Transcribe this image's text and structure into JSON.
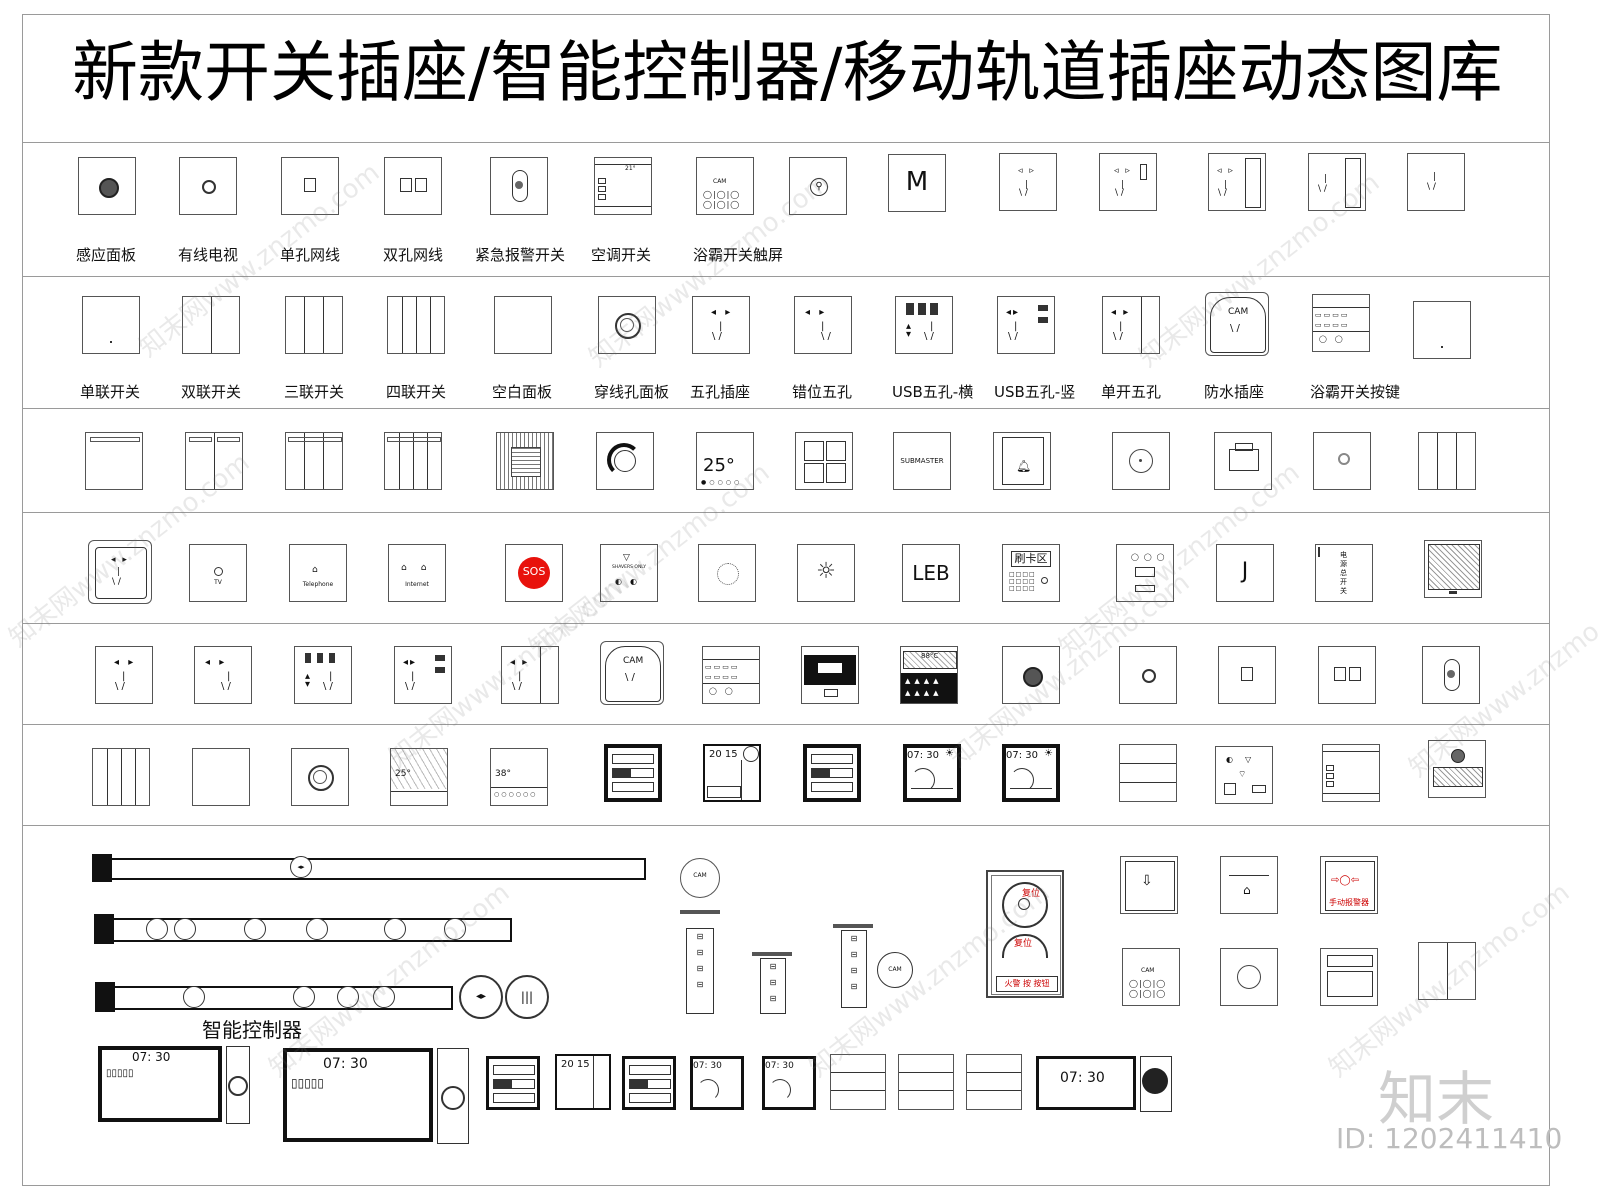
{
  "title": "新款开关插座/智能控制器/移动轨道插座动态图库",
  "row1": {
    "labels": [
      "感应面板",
      "有线电视",
      "单孔网线",
      "双孔网线",
      "紧急报警开关",
      "空调开关",
      "浴霸开关触屏"
    ],
    "icons": [
      "sensor-dot-icon",
      "tv-ring-icon",
      "single-net-icon",
      "double-net-icon",
      "alarm-switch-icon",
      "ac-panel-icon",
      "bath-touch-icon",
      "fan-knob-icon",
      "m-button-icon",
      "socket-icon",
      "socket-switch-icon",
      "socket-switch-icon",
      "socket-switch-icon",
      "socket-icon"
    ],
    "aux_text": {
      "ac_temp": "21°",
      "bath_cam": "CAM",
      "m_letter": "M"
    }
  },
  "row2": {
    "labels": [
      "单联开关",
      "双联开关",
      "三联开关",
      "四联开关",
      "空白面板",
      "穿线孔面板",
      "五孔插座",
      "错位五孔",
      "USB五孔-横",
      "USB五孔-竖",
      "单开五孔",
      "防水插座",
      "浴霸开关按键"
    ],
    "icons": [
      "one-gang-icon",
      "two-gang-icon",
      "three-gang-icon",
      "four-gang-icon",
      "blank-panel-icon",
      "cable-hole-icon",
      "five-hole-socket-icon",
      "offset-socket-icon",
      "usb-socket-h-icon",
      "usb-socket-v-icon",
      "switch-socket-icon",
      "waterproof-socket-icon",
      "bath-keys-icon",
      "blank-panel-icon"
    ]
  },
  "row3": {
    "icons": [
      "one-gang-strip-icon",
      "two-gang-strip-icon",
      "three-gang-strip-icon",
      "four-gang-strip-icon",
      "grid-pattern-icon",
      "dimmer-knob-icon",
      "thermostat-icon",
      "quad-button-icon",
      "submaster-icon",
      "doorbell-icon",
      "round-button-icon",
      "card-slot-icon",
      "dot-button-icon",
      "three-gang-icon"
    ],
    "aux_text": {
      "thermo": "25°",
      "submaster": "SUBMASTER"
    }
  },
  "row4": {
    "icons": [
      "waterproof-box-icon",
      "tv-outlet-icon",
      "telephone-outlet-icon",
      "internet-outlet-icon",
      "sos-button-icon",
      "shaver-socket-icon",
      "dot-ring-icon",
      "sun-dimmer-icon",
      "leb-button-icon",
      "card-keypad-icon",
      "data-outlet-icon",
      "j-button-icon",
      "vertical-text-icon",
      "hatched-panel-icon"
    ],
    "aux_text": {
      "tv": "TV",
      "telephone": "Telephone",
      "internet": "Internet",
      "sos": "SOS",
      "shaver": "SHAVERS ONLY",
      "leb": "LEB",
      "card": "刷卡区",
      "j": "J"
    }
  },
  "row5": {
    "icons": [
      "five-hole-socket-icon",
      "offset-socket-icon",
      "usb-socket-h-icon",
      "usb-socket-v-icon",
      "switch-socket-icon",
      "waterproof-socket-icon",
      "bath-keys-icon",
      "display-panel-icon",
      "lcd-panel-icon",
      "sensor-dot-icon",
      "tv-ring-icon",
      "single-net-icon",
      "double-net-icon",
      "alarm-switch-icon"
    ],
    "aux_text": {
      "lcd": "88°C"
    }
  },
  "row6": {
    "icons": [
      "four-gang-icon",
      "blank-panel-icon",
      "cable-hole-icon",
      "hatched-thermo-icon",
      "thermo-buttons-icon",
      "smart-screen-icon",
      "clock-panel-icon",
      "smart-screen-icon",
      "clock-weather-icon",
      "clock-weather-icon",
      "three-bar-icon",
      "wifi-usb-icon",
      "ac-panel-icon",
      "knob-hatched-icon"
    ],
    "aux_text": {
      "clock": "07: 30",
      "date": "20 15",
      "temp1": "25°",
      "temp2": "38°"
    }
  },
  "bottom": {
    "controller_label": "智能控制器",
    "tracks": [
      "track-socket-1",
      "track-socket-6",
      "track-socket-4"
    ],
    "pillars": [
      "popup-socket-1",
      "popup-socket-2",
      "popup-socket-3"
    ],
    "right_panels": [
      "evacuation-sign-icon",
      "bell-panel-icon",
      "alarm-manual-icon",
      "cam-panel-icon",
      "round-panel-icon",
      "text-panel-icon",
      "two-gang-large-icon"
    ],
    "texts": {
      "clock": "07: 30",
      "cam": "CAM",
      "alarm": "手动报警器",
      "fire_top": "复位",
      "fire_mid": "复位",
      "fire_bottom": "火警 按 按钮"
    }
  },
  "brand": "知末",
  "id_text": "ID: 1202411410",
  "watermark": "知末网www.znzmo.com"
}
